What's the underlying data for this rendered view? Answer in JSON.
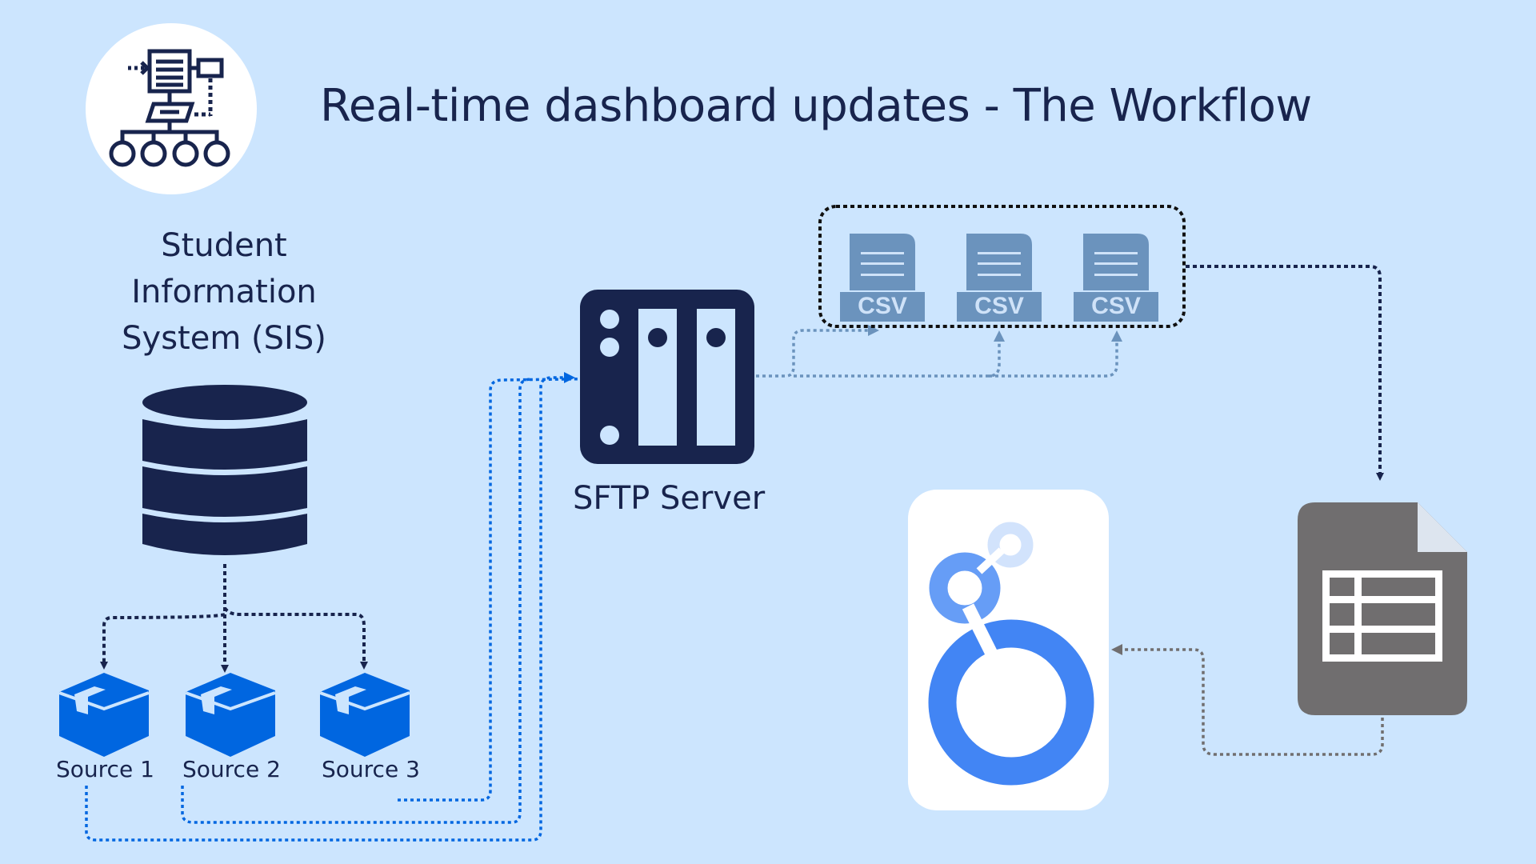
{
  "title": "Real-time dashboard updates - The Workflow",
  "colors": {
    "background": "#cce5fe",
    "navy": "#18244d",
    "source_blue": "#0066e0",
    "csv_blue": "#6b93bd",
    "sheet_gray": "#706e6f",
    "looker_dark": "#4285f4",
    "looker_mid": "#669df6",
    "looker_light": "#d2e3fc"
  },
  "header_icon": "workflow-icon",
  "sis": {
    "label": "Student Information System (SIS)",
    "icon": "database-icon"
  },
  "sources": [
    {
      "label": "Source 1",
      "icon": "package-box-icon"
    },
    {
      "label": "Source 2",
      "icon": "package-box-icon"
    },
    {
      "label": "Source 3",
      "icon": "package-box-icon"
    }
  ],
  "sftp": {
    "label": "SFTP Server",
    "icon": "server-icon"
  },
  "csv_files": [
    {
      "label": "CSV",
      "icon": "csv-file-icon"
    },
    {
      "label": "CSV",
      "icon": "csv-file-icon"
    },
    {
      "label": "CSV",
      "icon": "csv-file-icon"
    }
  ],
  "spreadsheet": {
    "icon": "google-sheets-icon"
  },
  "dashboard": {
    "icon": "looker-studio-icon"
  }
}
